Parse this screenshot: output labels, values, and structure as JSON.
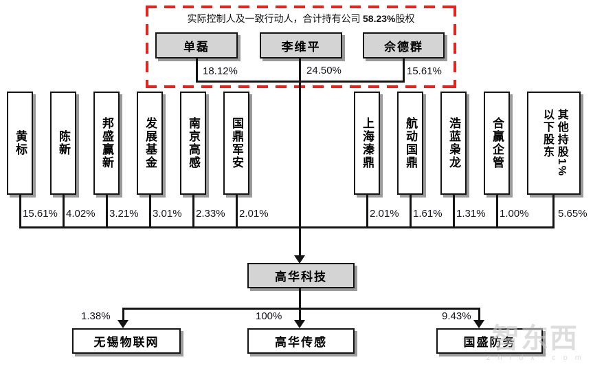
{
  "controller_group": {
    "caption_prefix": "实际控制人及一致行动人，合计持有公司 ",
    "caption_percent": "58.23%",
    "caption_suffix": "股权",
    "members": [
      {
        "name": "单磊",
        "percent": "18.12%"
      },
      {
        "name": "李维平",
        "percent": "24.50%"
      },
      {
        "name": "佘德群",
        "percent": "15.61%"
      }
    ]
  },
  "shareholders": [
    {
      "name": "黄标",
      "percent": "15.61%"
    },
    {
      "name": "陈新",
      "percent": "4.02%"
    },
    {
      "name": "邦盛赢新",
      "percent": "3.21%"
    },
    {
      "name": "发展基金",
      "percent": "3.01%"
    },
    {
      "name": "南京高感",
      "percent": "2.33%"
    },
    {
      "name": "国鼎军安",
      "percent": "2.01%"
    },
    {
      "name": "上海溱鼎",
      "percent": "2.01%"
    },
    {
      "name": "航动国鼎",
      "percent": "1.61%"
    },
    {
      "name": "浩蓝枭龙",
      "percent": "1.31%"
    },
    {
      "name": "合赢企管",
      "percent": "1.00%"
    },
    {
      "name": "其他持股1%\n以下股东",
      "percent": "5.65%"
    }
  ],
  "company": {
    "name": "高华科技"
  },
  "subsidiaries": [
    {
      "name": "无锡物联网",
      "percent": "1.38%"
    },
    {
      "name": "高华传感",
      "percent": "100%"
    },
    {
      "name": "国盛防务",
      "percent": "9.43%"
    }
  ],
  "watermark": {
    "brand": "智东西",
    "domain": "z h i d x . c o m"
  },
  "colors": {
    "dashed_border": "#e8231c",
    "box_fill_gray": "#d4d4d4",
    "box_fill_white": "#ffffff",
    "line": "#141414",
    "shadow": "#9b9b9b"
  }
}
